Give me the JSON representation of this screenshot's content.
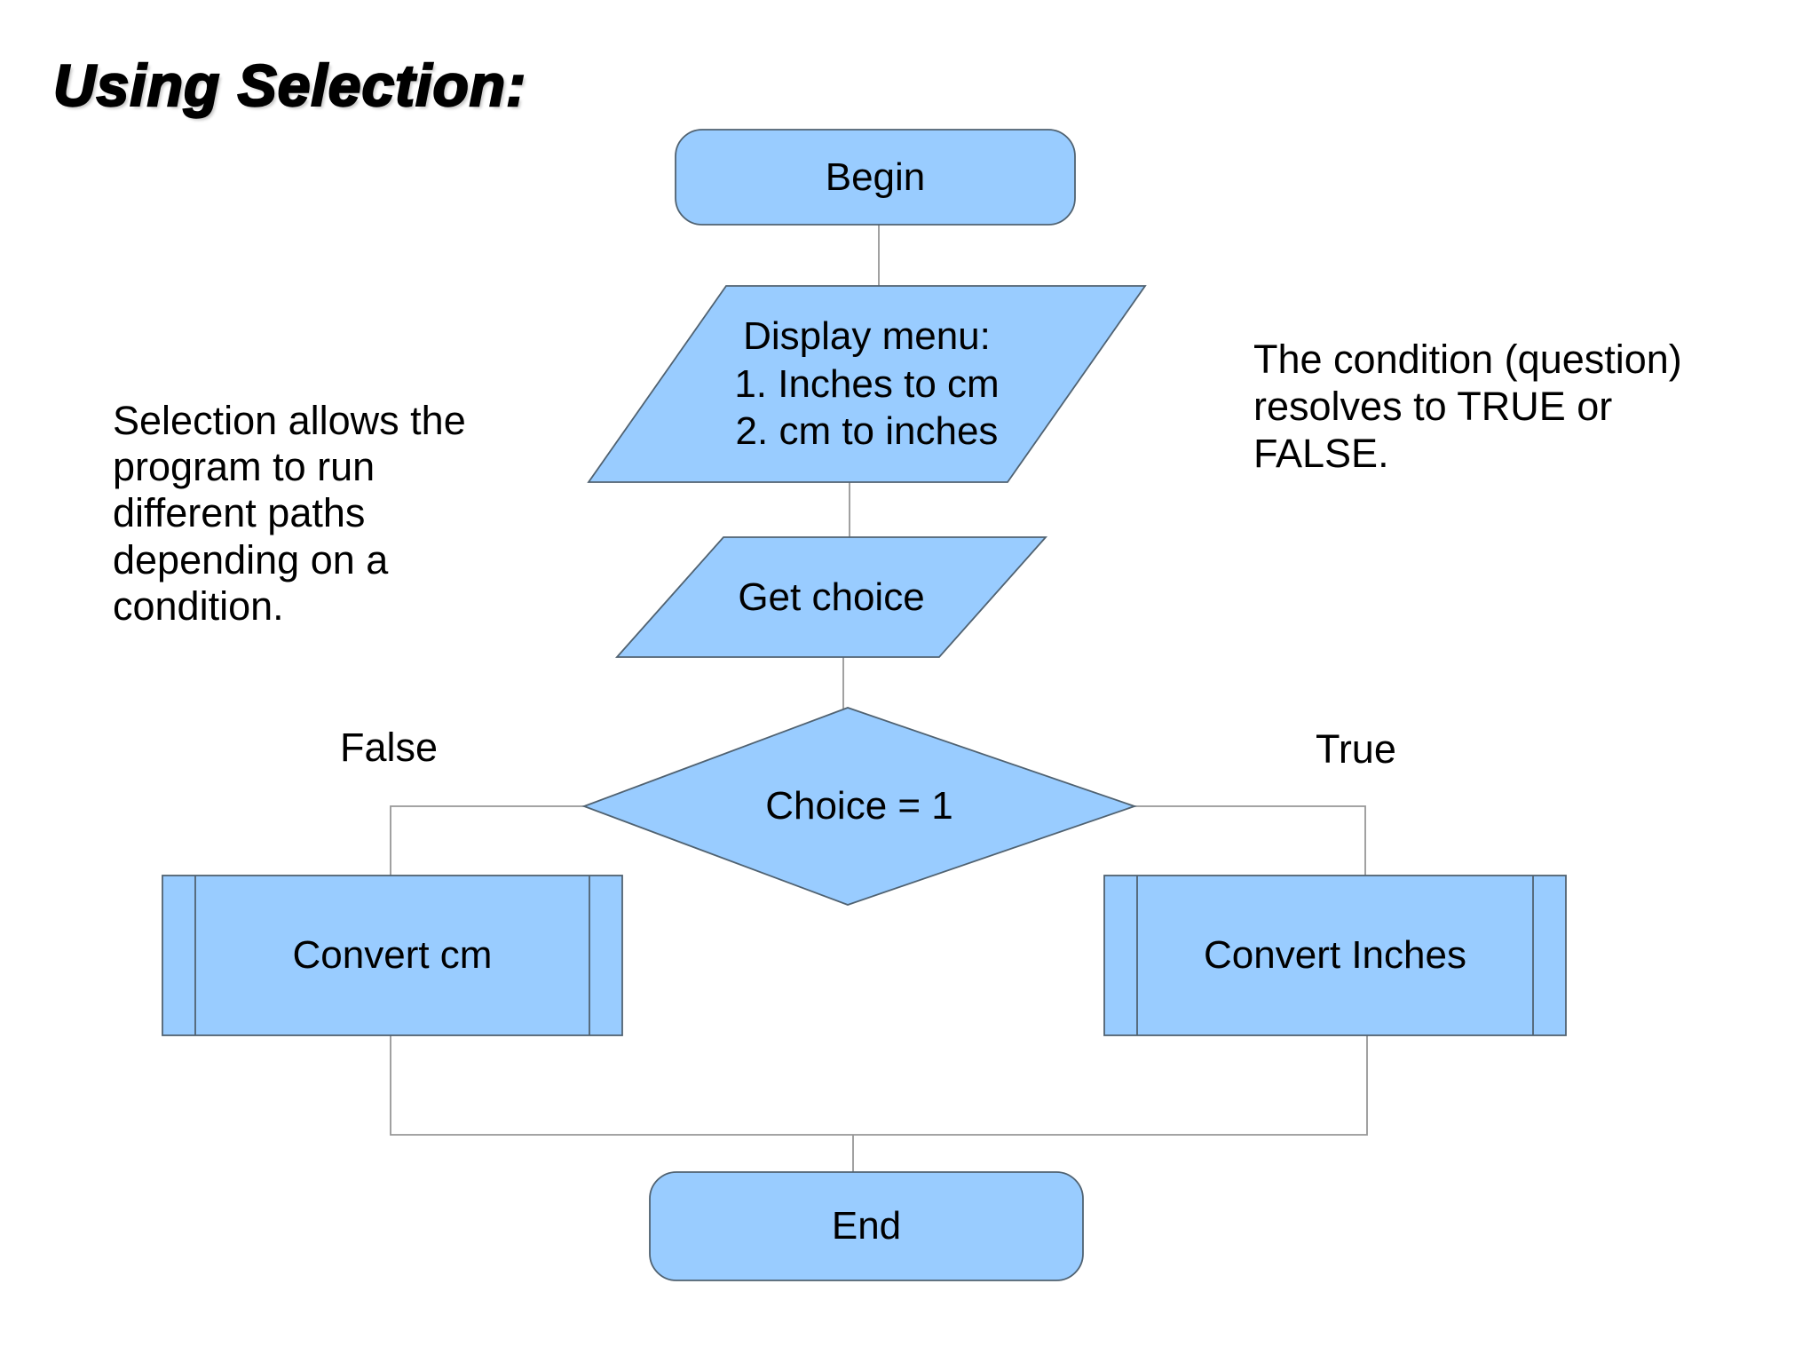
{
  "slide": {
    "title": "Using Selection:"
  },
  "colors": {
    "shape_fill": "#99ccff",
    "shape_border": "#506271",
    "connector": "#979797",
    "text": "#000000",
    "background": "#ffffff"
  },
  "annotations": {
    "left_note": "Selection allows the\nprogram to run\ndifferent paths\ndepending on a\ncondition.",
    "right_note": "The condition (question)\nresolves to TRUE or\nFALSE."
  },
  "flowchart": {
    "nodes": [
      {
        "id": "begin",
        "type": "terminator",
        "label": "Begin"
      },
      {
        "id": "display-menu",
        "type": "io-parallelogram",
        "label": "Display menu:\n1. Inches to cm\n2. cm to inches"
      },
      {
        "id": "get-choice",
        "type": "io-parallelogram",
        "label": "Get choice"
      },
      {
        "id": "choice",
        "type": "decision-diamond",
        "label": "Choice = 1"
      },
      {
        "id": "convert-cm",
        "type": "predefined-process",
        "label": "Convert cm"
      },
      {
        "id": "convert-inches",
        "type": "predefined-process",
        "label": "Convert Inches"
      },
      {
        "id": "end",
        "type": "terminator",
        "label": "End"
      }
    ],
    "branch_labels": {
      "false": "False",
      "true": "True"
    }
  }
}
